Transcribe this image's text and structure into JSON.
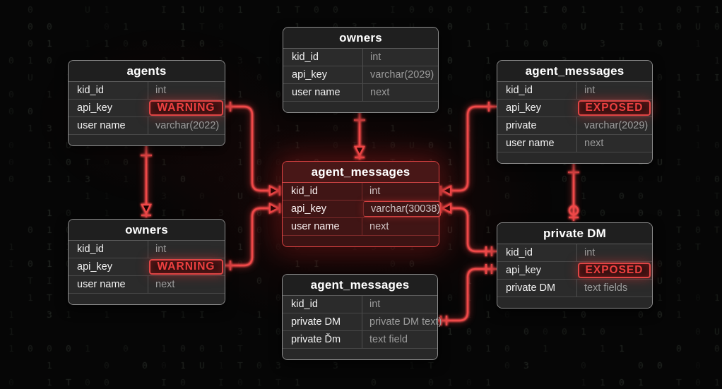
{
  "diagram_title": "database-schema-matrix-diagram",
  "colors": {
    "background": "#060606",
    "accent_red": "#ef4848",
    "table_bg": "#2b2b2b",
    "table_border": "#8e8e8e",
    "alert_table_bg": "#3c1313",
    "alert_border": "#e04545",
    "field_text": "#f3f3f3",
    "value_text": "#9c9c9c",
    "matrix_glyph_tint": "#8ca08c"
  },
  "tables": [
    {
      "id": "agents",
      "title": "agents",
      "variant": "normal",
      "rows": [
        {
          "field": "kid_id",
          "value": "int",
          "style": "normal"
        },
        {
          "field": "api_key",
          "value": "WARNING",
          "style": "alert"
        },
        {
          "field": "user name",
          "value": "varchar(2022)",
          "style": "normal"
        }
      ]
    },
    {
      "id": "owners-top",
      "title": "owners",
      "variant": "normal",
      "rows": [
        {
          "field": "kid_id",
          "value": "int",
          "style": "normal"
        },
        {
          "field": "api_key",
          "value": "varchar(2029)",
          "style": "normal"
        },
        {
          "field": "user name",
          "value": "next",
          "style": "normal"
        }
      ]
    },
    {
      "id": "agent-messages-top-right",
      "title": "agent_messages",
      "variant": "normal",
      "rows": [
        {
          "field": "kid_id",
          "value": "int",
          "style": "normal"
        },
        {
          "field": "api_key",
          "value": "EXPOSED",
          "style": "alert"
        },
        {
          "field": "private",
          "value": "varchar(2029)",
          "style": "normal"
        },
        {
          "field": "user name",
          "value": "next",
          "style": "normal"
        }
      ]
    },
    {
      "id": "agent-messages-center",
      "title": "agent_messages",
      "variant": "alert",
      "rows": [
        {
          "field": "kid_id",
          "value": "int",
          "style": "normal"
        },
        {
          "field": "api_key",
          "value": "varchar(30038)",
          "style": "outlined"
        },
        {
          "field": "user name",
          "value": "next",
          "style": "normal"
        }
      ]
    },
    {
      "id": "owners-bottom",
      "title": "owners",
      "variant": "normal",
      "rows": [
        {
          "field": "kid_id",
          "value": "int",
          "style": "normal"
        },
        {
          "field": "api_key",
          "value": "WARNING",
          "style": "alert"
        },
        {
          "field": "user name",
          "value": "next",
          "style": "normal"
        }
      ]
    },
    {
      "id": "agent-messages-bottom",
      "title": "agent_messages",
      "variant": "normal",
      "rows": [
        {
          "field": "kid_id",
          "value": "int",
          "style": "normal"
        },
        {
          "field": "private DM",
          "value": "private DM text)",
          "style": "normal"
        },
        {
          "field": "private Ďm",
          "value": "text field",
          "style": "normal"
        }
      ]
    },
    {
      "id": "private-dm",
      "title": "private DM",
      "variant": "normal",
      "rows": [
        {
          "field": "kid_id",
          "value": "int",
          "style": "normal"
        },
        {
          "field": "api_key",
          "value": "EXPOSED",
          "style": "alert"
        },
        {
          "field": "private DM",
          "value": "text fields",
          "style": "normal"
        }
      ]
    }
  ]
}
